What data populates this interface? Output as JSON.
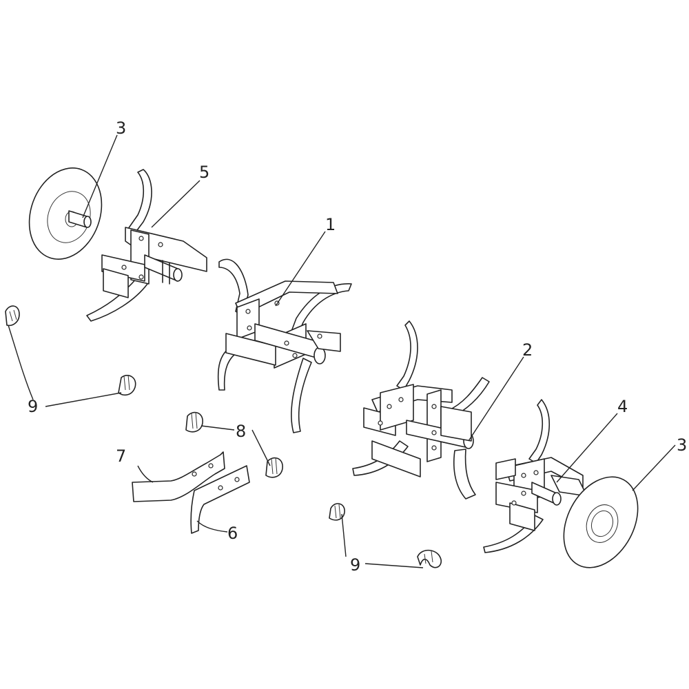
{
  "callouts": {
    "c1": "1",
    "c2": "2",
    "c3a": "3",
    "c3b": "3",
    "c4": "4",
    "c5": "5",
    "c6": "6",
    "c7": "7",
    "c8": "8",
    "c9a": "9",
    "c9b": "9"
  }
}
